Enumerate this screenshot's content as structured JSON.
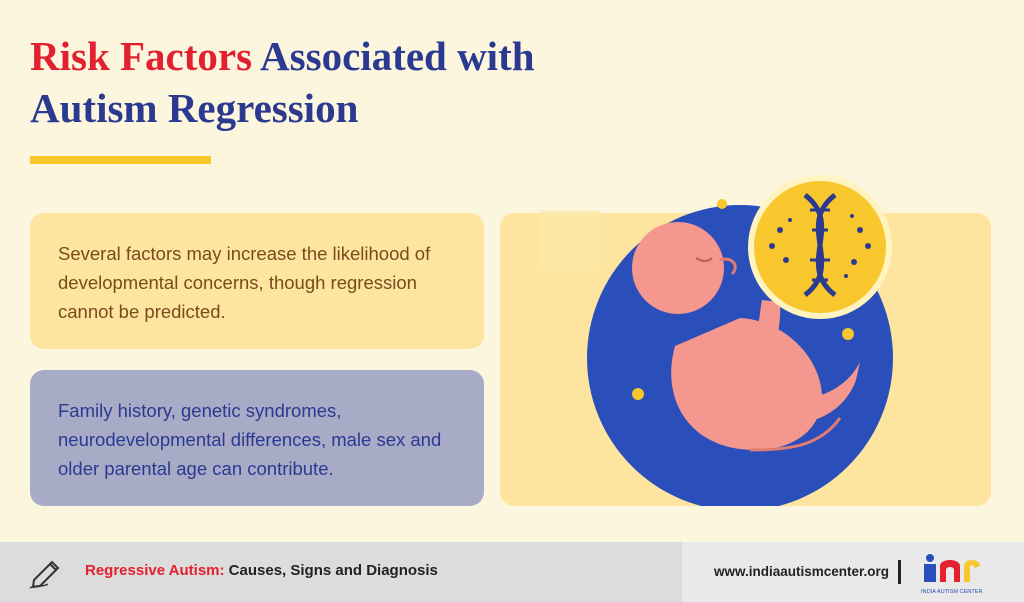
{
  "title": {
    "accent": "Risk Factors",
    "rest": " Associated with Autism Regression"
  },
  "cards": [
    {
      "text": "Several factors may increase the likelihood of developmental concerns, though regression cannot be predicted."
    },
    {
      "text": "Family history, genetic syndromes, neurodevelopmental differences, male sex and older parental age can contribute."
    }
  ],
  "illustration": {
    "icons": [
      "fetus-icon",
      "dna-icon"
    ]
  },
  "footer": {
    "title_accent": "Regressive Autism:",
    "title_rest": " Causes, Signs and Diagnosis",
    "website": "www.indiaautismcenter.org",
    "logo_text": "INDIA AUTISM CENTER",
    "icons": [
      "pen-icon",
      "logo-icon"
    ]
  },
  "colors": {
    "background": "#fdf6de",
    "title_blue": "#2b3990",
    "accent_red": "#e2202f",
    "accent_yellow": "#f7c72d",
    "card_yellow": "#fde59f",
    "card_lavender": "#a7abc6",
    "circle_blue": "#2a4fba",
    "fetus_pink": "#f4978e"
  }
}
